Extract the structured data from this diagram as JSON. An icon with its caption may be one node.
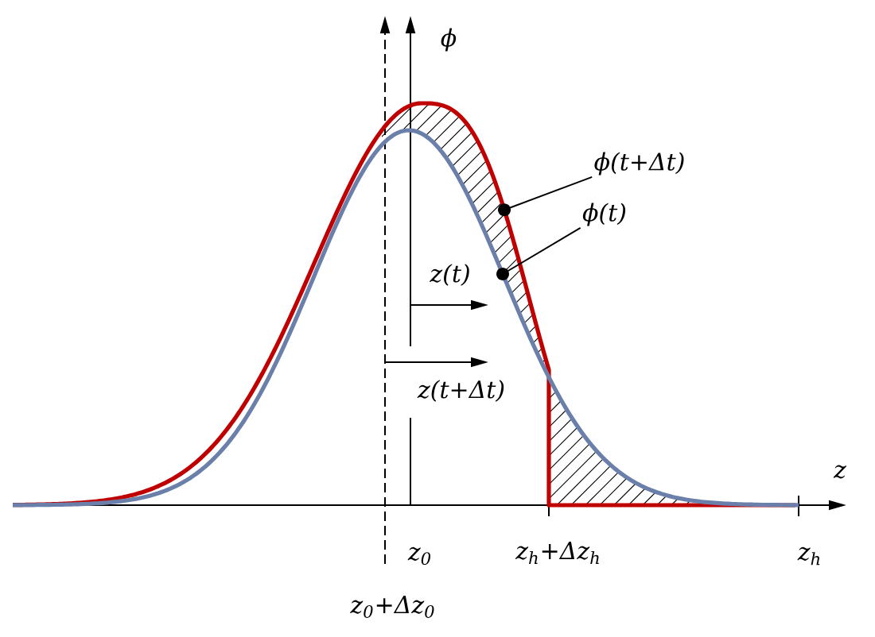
{
  "diagram": {
    "nodes": [
      {
        "text": [
          "ϕ(t+Δt)"
        ]
      },
      {
        "text": [
          "ϕ(t)"
        ]
      },
      {
        "text": [],
        "shape": "circle"
      },
      {
        "text": [],
        "shape": "circle"
      }
    ],
    "edges": [
      {
        "from": 0,
        "to": 2,
        "arrow": "none"
      },
      {
        "from": 1,
        "to": 3,
        "arrow": "none"
      }
    ],
    "labels": [
      "ϕ",
      "z(t)",
      "z(t+Δt)",
      "z",
      "z$_{0}$",
      "z$_{h}$+Δz$_{h}$",
      "z$_{h}$",
      "z$_{0}$+Δz$_{0}$"
    ]
  }
}
